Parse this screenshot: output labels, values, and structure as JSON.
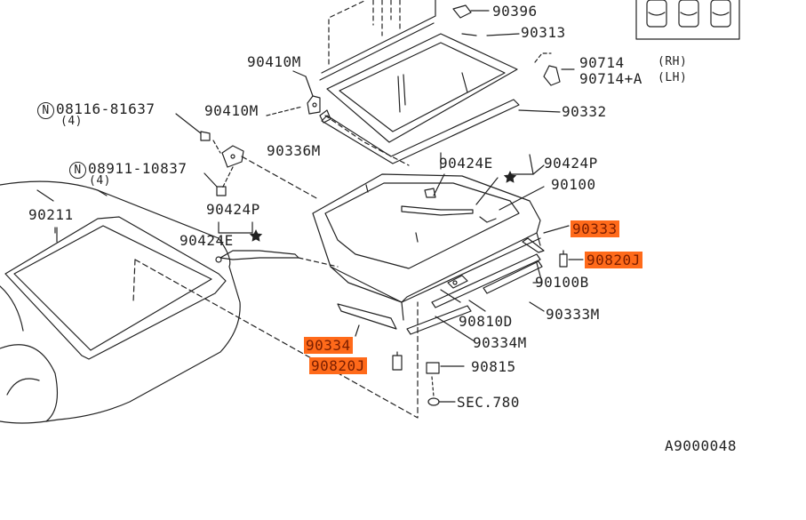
{
  "diagram": {
    "colors": {
      "line": "#222222",
      "highlight": "#ff6a1a"
    },
    "labels": {
      "p90396": "90396",
      "p90313": "90313",
      "p90714rh": "90714",
      "rh": "(RH)",
      "p90714lh": "90714+A",
      "lh": "(LH)",
      "p90410m_top": "90410M",
      "p90410m_mid": "90410M",
      "p90332": "90332",
      "n_symbol": "N",
      "bolt1": "08116-81637",
      "bolt1_qty": "(4)",
      "p90336m": "90336M",
      "bolt2": "08911-10837",
      "bolt2_qty": "(4)",
      "p90424e_top": "90424E",
      "p90424p_top": "90424P",
      "p90100": "90100",
      "p90211": "90211",
      "p90424p_left": "90424P",
      "p90424e_left": "90424E",
      "p90333": "90333",
      "p90820j_right": "90820J",
      "p90100b": "90100B",
      "p90333m": "90333M",
      "p90810d": "90810D",
      "p90334m": "90334M",
      "p90334": "90334",
      "p90820j_left": "90820J",
      "p90815": "90815",
      "sec780": "SEC.780",
      "figure_id": "A9000048"
    }
  }
}
